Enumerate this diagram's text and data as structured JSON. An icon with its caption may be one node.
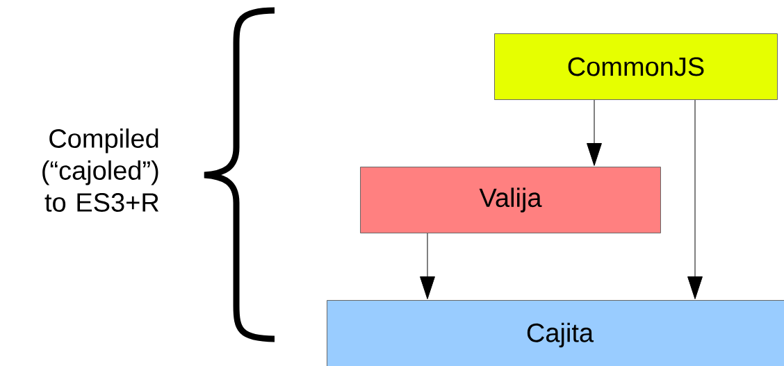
{
  "diagram": {
    "nodes": [
      {
        "text": [
          "CommonJS"
        ]
      },
      {
        "text": [
          "Valija"
        ]
      },
      {
        "text": [
          "Cajita"
        ]
      }
    ],
    "edges": [
      {
        "from": 0,
        "to": 1,
        "arrow": "to"
      },
      {
        "from": 0,
        "to": 2,
        "arrow": "to"
      },
      {
        "from": 1,
        "to": 2,
        "arrow": "to"
      }
    ],
    "labels": [
      "Compiled (“cajoled”) to ES3+R"
    ]
  }
}
